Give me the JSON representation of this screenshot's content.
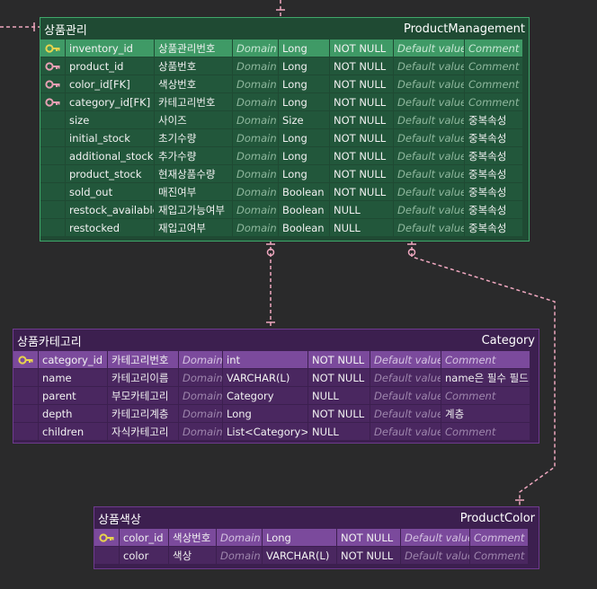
{
  "colors": {
    "relation_line": "#f0a8c0",
    "key_primary": "#e8d44d",
    "key_foreign": "#e8a0b4"
  },
  "product_management": {
    "title_ko": "상품관리",
    "title_en": "ProductManagement",
    "rows": [
      {
        "key": "primary",
        "name": "inventory_id",
        "label": "상품관리번호",
        "domain": "Domain",
        "type": "Long",
        "null": "NOT NULL",
        "default": "Default value",
        "comment": "Comment"
      },
      {
        "key": "foreign",
        "name": "product_id",
        "label": "상품번호",
        "domain": "Domain",
        "type": "Long",
        "null": "NOT NULL",
        "default": "Default value",
        "comment": "Comment"
      },
      {
        "key": "foreign",
        "name": "color_id[FK]",
        "label": "색상번호",
        "domain": "Domain",
        "type": "Long",
        "null": "NOT NULL",
        "default": "Default value",
        "comment": "Comment"
      },
      {
        "key": "foreign",
        "name": "category_id[FK]",
        "label": "카테고리번호",
        "domain": "Domain",
        "type": "Long",
        "null": "NOT NULL",
        "default": "Default value",
        "comment": "Comment"
      },
      {
        "key": "none",
        "name": "size",
        "label": "사이즈",
        "domain": "Domain",
        "type": "Size",
        "null": "NOT NULL",
        "default": "Default value",
        "comment": "중복속성"
      },
      {
        "key": "none",
        "name": "initial_stock",
        "label": "초기수량",
        "domain": "Domain",
        "type": "Long",
        "null": "NOT NULL",
        "default": "Default value",
        "comment": "중복속성"
      },
      {
        "key": "none",
        "name": "additional_stock",
        "label": "추가수량",
        "domain": "Domain",
        "type": "Long",
        "null": "NOT NULL",
        "default": "Default value",
        "comment": "중복속성"
      },
      {
        "key": "none",
        "name": "product_stock",
        "label": "현재상품수량",
        "domain": "Domain",
        "type": "Long",
        "null": "NOT NULL",
        "default": "Default value",
        "comment": "중복속성"
      },
      {
        "key": "none",
        "name": "sold_out",
        "label": "매진여부",
        "domain": "Domain",
        "type": "Boolean",
        "null": "NOT NULL",
        "default": "Default value",
        "comment": "중복속성"
      },
      {
        "key": "none",
        "name": "restock_available",
        "label": "재입고가능여부",
        "domain": "Domain",
        "type": "Boolean",
        "null": "NULL",
        "default": "Default value",
        "comment": "중복속성"
      },
      {
        "key": "none",
        "name": "restocked",
        "label": "재입고여부",
        "domain": "Domain",
        "type": "Boolean",
        "null": "NULL",
        "default": "Default value",
        "comment": "중복속성"
      }
    ]
  },
  "category": {
    "title_ko": "상품카테고리",
    "title_en": "Category",
    "rows": [
      {
        "key": "primary",
        "name": "category_id",
        "label": "카테고리번호",
        "domain": "Domain",
        "type": "int",
        "null": "NOT NULL",
        "default": "Default value",
        "comment": "Comment"
      },
      {
        "key": "none",
        "name": "name",
        "label": "카테고리이름",
        "domain": "Domain",
        "type": "VARCHAR(L)",
        "null": "NOT NULL",
        "default": "Default value",
        "comment": "name은 필수 필드"
      },
      {
        "key": "none",
        "name": "parent",
        "label": "부모카테고리",
        "domain": "Domain",
        "type": "Category",
        "null": "NULL",
        "default": "Default value",
        "comment": "Comment"
      },
      {
        "key": "none",
        "name": "depth",
        "label": "카테고리계층",
        "domain": "Domain",
        "type": "Long",
        "null": "NOT NULL",
        "default": "Default value",
        "comment": "계층"
      },
      {
        "key": "none",
        "name": "children",
        "label": "자식카테고리",
        "domain": "Domain",
        "type": "List<Category>",
        "null": "NULL",
        "default": "Default value",
        "comment": "Comment"
      }
    ]
  },
  "product_color": {
    "title_ko": "상품색상",
    "title_en": "ProductColor",
    "rows": [
      {
        "key": "primary",
        "name": "color_id",
        "label": "색상번호",
        "domain": "Domain",
        "type": "Long",
        "null": "NOT NULL",
        "default": "Default value",
        "comment": "Comment"
      },
      {
        "key": "none",
        "name": "color",
        "label": "색상",
        "domain": "Domain",
        "type": "VARCHAR(L)",
        "null": "NOT NULL",
        "default": "Default value",
        "comment": "Comment"
      }
    ]
  }
}
